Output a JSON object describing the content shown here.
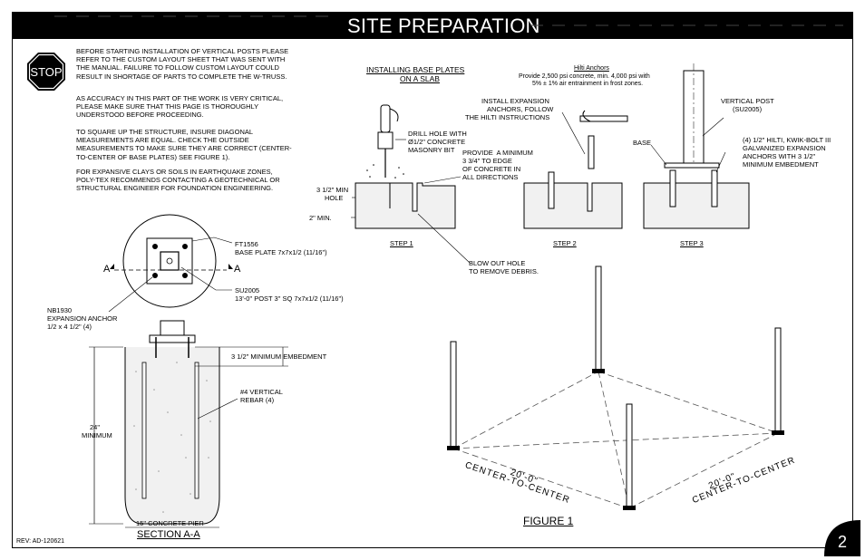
{
  "header": {
    "title": "SITE PREPARATION"
  },
  "stop_sign": {
    "text": "STOP",
    "color": "#ffffff"
  },
  "intro": {
    "p1": "BEFORE STARTING INSTALLATION OF VERTICAL POSTS PLEASE REFER TO THE CUSTOM LAYOUT SHEET THAT WAS SENT WITH THE MANUAL.  FAILURE TO FOLLOW CUSTOM LAYOUT COULD RESULT IN SHORTAGE OF PARTS TO COMPLETE THE W-TRUSS.",
    "p2": "AS ACCURACY IN THIS PART OF THE WORK IS VERY CRITICAL, PLEASE MAKE SURE THAT THIS PAGE IS THOROUGHLY UNDERSTOOD BEFORE PROCEEDING.",
    "p3": "TO SQUARE UP THE STRUCTURE, INSURE DIAGONAL MEASUREMENTS ARE EQUAL.  CHECK THE OUTSIDE MEASUREMENTS TO MAKE SURE THEY ARE CORRECT (CENTER-TO-CENTER OF BASE PLATES) SEE FIGURE 1).",
    "p4": "FOR EXPANSIVE CLAYS OR SOILS IN EARTHQUAKE ZONES, POLY-TEX RECOMMENDS CONTACTING A GEOTECHNICAL OR STRUCTURAL ENGINEER FOR FOUNDATION ENGINEERING."
  },
  "plan_view": {
    "ft1556_l1": "FT1556",
    "ft1556_l2": "BASE PLATE 7x7x1/2 (11/16\")",
    "su2005_l1": "SU2005",
    "su2005_l2": "13'-0\" POST 3\" SQ 7x7x1/2 (11/16\")",
    "nb1930_l1": "NB1930",
    "nb1930_l2": "EXPANSION ANCHOR",
    "nb1930_l3": "1/2 x 4 1/2\" (4)",
    "section_mark": "A"
  },
  "section": {
    "embedment": "3 1/2\" MINIMUM EMBEDMENT",
    "rebar_l1": "#4 VERTICAL",
    "rebar_l2": "REBAR (4)",
    "depth_l1": "24\"",
    "depth_l2": "MINIMUM",
    "pier": "15\" CONCRETE PIER",
    "title": "SECTION A-A"
  },
  "slab": {
    "heading_l1": "INSTALLING BASE PLATES",
    "heading_l2": "ON A SLAB",
    "hilti_title": "Hilti Anchors",
    "hilti_l1": "Provide 2,500 psi concrete, min. 4,000 psi with",
    "hilti_l2": "5% ± 1% air entrainment in frost zones.",
    "drill_l1": "DRILL HOLE WITH",
    "drill_l2": "Ø1/2\" CONCRETE",
    "drill_l3": "MASONRY BIT",
    "hole_l1": "3 1/2\" MIN",
    "hole_l2": "HOLE",
    "min2": "2\" MIN.",
    "edge_l1": "PROVIDE  A MINIMUM",
    "edge_l2": "3 3/4\" TO EDGE",
    "edge_l3": "OF CONCRETE IN",
    "edge_l4": "ALL DIRECTIONS",
    "blow_l1": "BLOW OUT HOLE",
    "blow_l2": "TO REMOVE DEBRIS.",
    "install_l1": "INSTALL EXPANSION",
    "install_l2": "ANCHORS, FOLLOW",
    "install_l3": "THE HILTI INSTRUCTIONS",
    "base": "BASE",
    "post_l1": "VERTICAL POST",
    "post_l2": "(SU2005)",
    "kwik_l1": "(4) 1/2\" HILTI, KWIK-BOLT III",
    "kwik_l2": "GALVANIZED EXPANSION",
    "kwik_l3": "ANCHORS WITH 3 1/2\"",
    "kwik_l4": "MINIMUM EMBEDMENT",
    "step1": "STEP 1",
    "step2": "STEP 2",
    "step3": "STEP 3"
  },
  "figure": {
    "dim_left_l1": "20'-0\"",
    "dim_left_l2": "CENTER-TO-CENTER",
    "dim_right_l1": "20'-0\"",
    "dim_right_l2": "CENTER-TO-CENTER",
    "caption": "FIGURE 1"
  },
  "footer": {
    "rev": "REV: AD-120621",
    "page": "2"
  }
}
